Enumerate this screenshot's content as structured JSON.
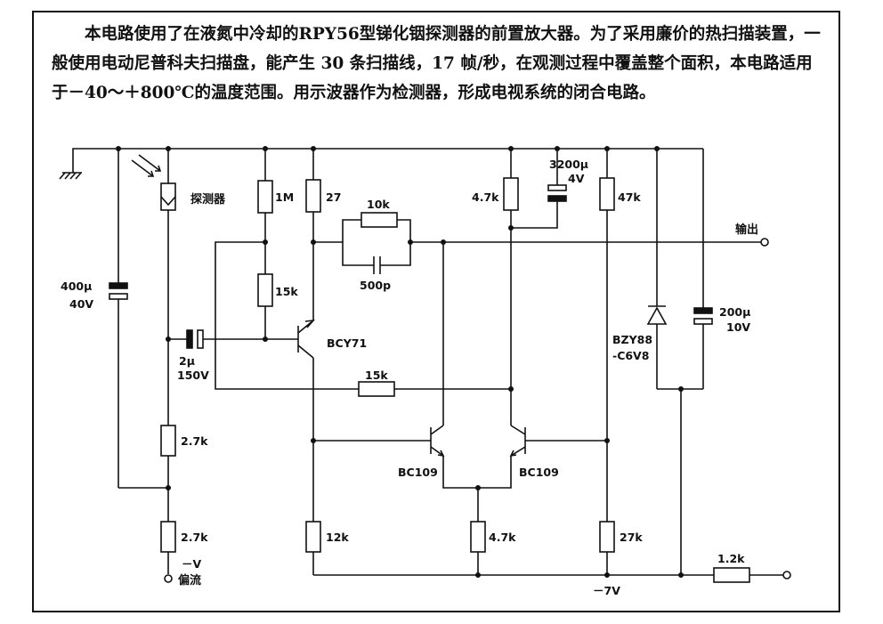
{
  "description": "本电路使用了在液氮中冷却的RPY56型锑化铟探测器的前置放大器。为了采用廉价的热扫描装置，一般使用电动尼普科夫扫描盘，能产生 30 条扫描线，17 帧/秒，在观测过程中覆盖整个面积，本电路适用于－40～＋800℃的温度范围。用示波器作为检测器，形成电视系统的闭合电路。",
  "labels": {
    "detector": "探测器",
    "r_1m": "1M",
    "r_27": "27",
    "r_10k": "10k",
    "c_500p": "500p",
    "r_15k_a": "15k",
    "r_15k_b": "15k",
    "t_bcy71": "BCY71",
    "c_2u": "2μ",
    "c_2u_v": "150V",
    "c_400u": "400μ",
    "c_400u_v": "40V",
    "r_47k_a": "4.7k",
    "c_3200u": "3200μ",
    "c_3200u_v": "4V",
    "r_47k_b": "47k",
    "output": "输出",
    "zener": "BZY88",
    "zener_v": "-C6V8",
    "c_200u": "200μ",
    "c_200u_v": "10V",
    "r_27k_top": "2.7k",
    "r_27k_bot": "2.7k",
    "t_bc109_l": "BC109",
    "t_bc109_r": "BC109",
    "r_12k": "12k",
    "r_47k_c": "4.7k",
    "r_27k_right": "27k",
    "r_1_2k": "1.2k",
    "neg_v": "－V",
    "bias": "偏流",
    "neg_7v": "－7V"
  }
}
